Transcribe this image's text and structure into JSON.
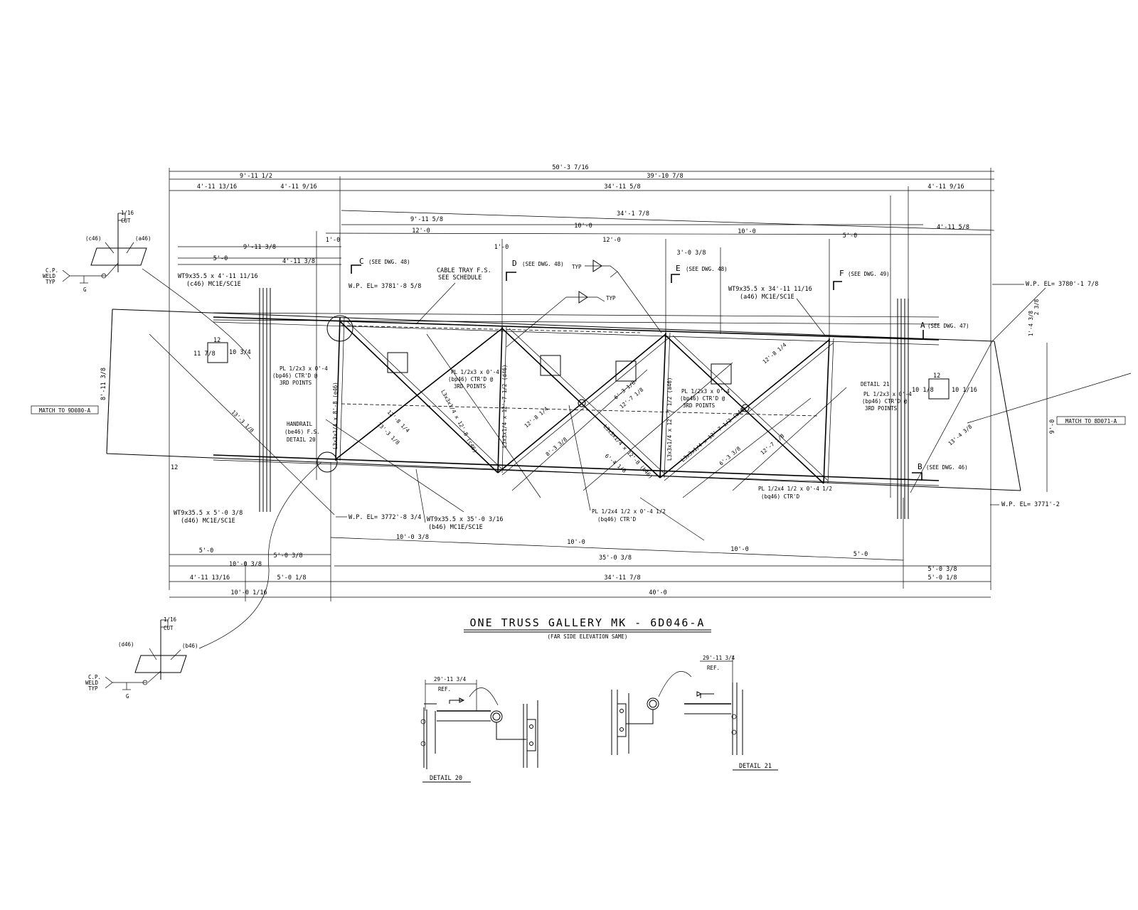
{
  "title": "ONE TRUSS GALLERY MK - 6D046-A",
  "subtitle": "(FAR SIDE ELEVATION SAME)",
  "match_left": "MATCH TO 9D080-A",
  "match_right": "MATCH TO 8D071-A",
  "dims_top": {
    "overall": "50'-3 7/16",
    "left_a": "9'-11 1/2",
    "right_a": "39'-10 7/8",
    "b1": "4'-11 13/16",
    "b2": "4'-11 9/16",
    "b3": "34'-11 5/8",
    "b4": "4'-11 9/16",
    "c1": "34'-1 7/8",
    "c2": "9'-11 5/8",
    "c3": "4'-11 5/8",
    "panel_a": "12'-0",
    "panel_b": "10'-0",
    "panel_c": "12'-0",
    "panel_d": "10'-0",
    "panel_e": "5'-0",
    "d1": "9'-11 3/8",
    "d2": "5'-0",
    "d3": "4'-11 3/8",
    "d4": "1'-0",
    "d5": "1'-0",
    "d6": "3'-0 3/8",
    "left_vert": "8'-11 3/8",
    "right_vert": "9'-0",
    "right_small": "1'-4 3/8",
    "right_tiny": "2 3/8"
  },
  "dims_bottom": {
    "b1": "10'-0 3/8",
    "b2": "10'-0",
    "b3": "10'-0",
    "b4": "5'-0",
    "c1": "5'-0",
    "c2": "5'-0 3/8",
    "c3": "35'-0 3/8",
    "c4": "5'-0 3/8",
    "c5": "10'-0 3/8",
    "d1": "4'-11 13/16",
    "d2": "5'-0 1/8",
    "d3": "34'-11 7/8",
    "d4": "5'-0 1/8",
    "e1": "10'-0 1/16",
    "e2": "40'-0"
  },
  "notes": {
    "wp_top_left": "W.P. EL= 3781'-8 5/8",
    "wp_top_right": "W.P. EL= 3780'-1 7/8",
    "wp_bot_left": "W.P. EL= 3772'-8 3/4",
    "wp_bot_right": "W.P. EL= 3771'-2",
    "cable_tray_1": "CABLE TRAY F.S.",
    "cable_tray_2": "SEE SCHEDULE",
    "wt_top_left_1": "WT9x35.5 x 4'-11 11/16",
    "wt_top_left_2": "(c46) MC1E/SC1E",
    "wt_top_right_1": "WT9x35.5 x 34'-11 11/16",
    "wt_top_right_2": "(a46) MC1E/SC1E",
    "wt_bot_left_1": "WT9x35.5 x 5'-0 3/8",
    "wt_bot_left_2": "(d46) MC1E/SC1E",
    "wt_bot_mid_1": "WT9x35.5 x 35'-0 3/16",
    "wt_bot_mid_2": "(b46) MC1E/SC1E",
    "handrail_1": "HANDRAIL",
    "handrail_2": "(be46) F.S.",
    "handrail_3": "DETAIL 20",
    "detail21_ref": "DETAIL 21",
    "pl_a1": "PL 1/2x3 x 0'-4",
    "pl_a2": "(bp46) CTR'D @",
    "pl_a3": "3RD POINTS",
    "pl_b1": "PL 1/2x3 x 0'-4",
    "pl_b2": "(bp46) CTR'D @",
    "pl_b3": "3RD POINTS",
    "pl_c1": "PL 1/2x3 x 0'-4",
    "pl_c2": "(bp46) CTR'D @",
    "pl_c3": "3RD POINTS",
    "pl_d1": "PL 1/2x3 x 0'-4",
    "pl_d2": "(bp46) CTR'D @",
    "pl_d3": "3RD POINTS",
    "pl_e1": "PL 1/2x4 1/2 x 0'-4 1/2",
    "pl_e2": "(bq46) CTR'D",
    "pl_f1": "PL 1/2x4 1/2 x 0'-4 1/2",
    "pl_f2": "(bq46) CTR'D",
    "sec_c": "C",
    "sec_c_ref": "(SEE DWG. 48)",
    "sec_d": "D",
    "sec_d_ref": "(SEE DWG. 48)",
    "sec_e": "E",
    "sec_e_ref": "(SEE DWG. 48)",
    "sec_f": "F",
    "sec_f_ref": "(SEE DWG. 49)",
    "sec_a": "A",
    "sec_a_ref": "(SEE DWG. 47)",
    "sec_b": "B",
    "sec_b_ref": "(SEE DWG. 46)",
    "typ_1": "TYP",
    "typ_2": "TYP",
    "twelve": "12",
    "slope_1": "11 7/8",
    "slope_2": "10 3/4",
    "slope_3": "10 1/16",
    "slope_4": "10 1/8"
  },
  "diag_labels": {
    "d1": "13'-3 1/8",
    "d2": "12'-8 1/4",
    "d3": "13'-3 1/8",
    "d4": "12'-8 1/4",
    "d5": "6'-3 1/8",
    "d6": "12'-7 1/8",
    "d7": "6'-4 1/8",
    "d8": "8'-3 3/8",
    "d9": "12'-8 1/4",
    "d10": "12'-7 1/8",
    "d11": "6'-3 3/8",
    "d12": "13'-4 3/8",
    "m1": "L3x3x1/4 x 12'-8 (c46)",
    "m2": "L3x3x1/4 x 12'-7 1/2 (d46)",
    "m3": "L3x3x1/4 x 12'-8 (b46)",
    "m4": "L3x3x1/4 x 12'-7 1/2 (a46)",
    "m5": "L3x3x1/4 x 8'-8 (e46)",
    "m6": "L3x3x1/4 x 12'-7 1/2 (a46)"
  },
  "weld_top": {
    "left": "(c46)",
    "right": "(a46)",
    "cut": "CUT",
    "frac": "1/16",
    "cp": "C.P.",
    "weld": "WELD",
    "typ": "TYP",
    "g": "G"
  },
  "weld_bot": {
    "left": "(d46)",
    "right": "(b46)",
    "cut": "CUT",
    "frac": "1/16",
    "cp": "C.P.",
    "weld": "WELD",
    "typ": "TYP",
    "g": "G"
  },
  "detail20": {
    "title": "DETAIL 20",
    "dim": "29'-11 3/4",
    "ref": "REF."
  },
  "detail21": {
    "title": "DETAIL 21",
    "dim": "29'-11 3/4",
    "ref": "REF."
  }
}
